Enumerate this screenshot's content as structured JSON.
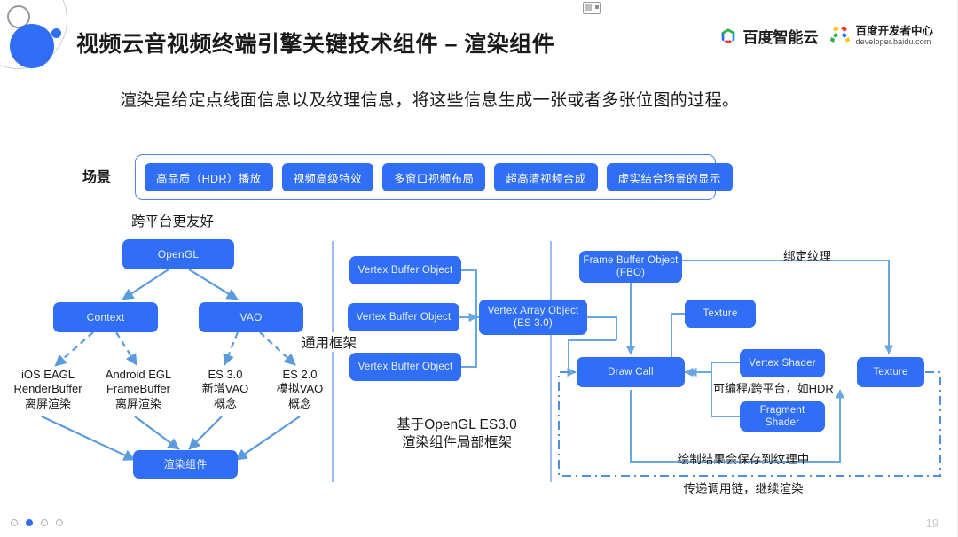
{
  "header": {
    "title": "视频云音视频终端引擎关键技术组件 – 渲染组件",
    "logo_cloud_text": "百度智能云",
    "logo_dev_text": "百度开发者中心",
    "logo_dev_sub": "developer.baidu.com",
    "mini_icon": "window-icon",
    "accent": "#2f6ef5"
  },
  "subtitle": "渲染是给定点线面信息以及纹理信息，将这些信息生成一张或者多张位图的过程。",
  "scene": {
    "label": "场景",
    "tags": [
      "高品质（HDR）播放",
      "视频高级特效",
      "多窗口视频布局",
      "超高清视频合成",
      "虚实结合场景的显示"
    ]
  },
  "left_section": {
    "heading": "跨平台更友好",
    "nodes": {
      "opengl": "OpenGL",
      "context": "Context",
      "vao": "VAO",
      "render_component": "渲染组件"
    },
    "leaves": [
      "iOS EAGL\nRenderBuffer\n离屏渲染",
      "Android EGL\nFrameBuffer\n离屏渲染",
      "ES 3.0\n新增VAO\n概念",
      "ES 2.0\n模拟VAO\n概念"
    ],
    "leaf_1_l1": "iOS EAGL",
    "leaf_1_l2": "RenderBuffer",
    "leaf_1_l3": "离屏渲染",
    "leaf_2_l1": "Android EGL",
    "leaf_2_l2": "FrameBuffer",
    "leaf_2_l3": "离屏渲染",
    "leaf_3_l1": "ES 3.0",
    "leaf_3_l2": "新增VAO",
    "leaf_3_l3": "概念",
    "leaf_4_l1": "ES 2.0",
    "leaf_4_l2": "模拟VAO",
    "leaf_4_l3": "概念"
  },
  "middle_section": {
    "divider_label": "通用框架",
    "vbo_1": "Vertex Buffer Object",
    "vbo_2": "Vertex Buffer Object",
    "vbo_3": "Vertex Buffer Object",
    "vao_l1": "Vertex Array Object",
    "vao_l2": "(ES 3.0)",
    "caption_l1": "基于OpenGL ES3.0",
    "caption_l2": "渲染组件局部框架"
  },
  "right_section": {
    "fbo_l1": "Frame Buffer Object",
    "fbo_l2": "(FBO)",
    "texture_top": "Texture",
    "texture_right": "Texture",
    "draw_call": "Draw Call",
    "vertex_shader": "Vertex Shader",
    "fragment_shader_l1": "Fragment",
    "fragment_shader_l2": "Shader",
    "label_bind_texture": "绑定纹理",
    "label_programmable": "可编程/跨平台，如HDR",
    "label_save_to_texture": "绘制结果会保存到纹理中",
    "label_pass_chain": "传递调用链，继续渲染"
  },
  "footer": {
    "page_number": "19",
    "dots_total": 4,
    "dots_active_index": 1
  }
}
